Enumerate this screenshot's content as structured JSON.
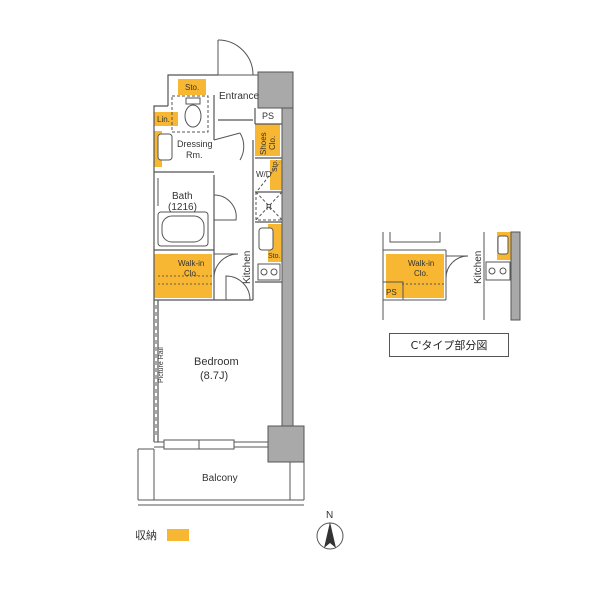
{
  "rooms": {
    "entrance": "Entrance",
    "storage_top": "Sto.",
    "linen": "Lin.",
    "dressing_line1": "Dressing",
    "dressing_line2": "Rm.",
    "ps": "PS",
    "shoes_line1": "Shoes",
    "shoes_line2": "Clo.",
    "storage_wd": "Sto.",
    "washer_dryer": "W/D",
    "refrigerator": "R",
    "bath_line1": "Bath",
    "bath_line2": "(1216)",
    "storage_kitchen": "Sto.",
    "kitchen": "Kitchen",
    "walkin_line1": "Walk-in",
    "walkin_line2": "Clo.",
    "bedroom_line1": "Bedroom",
    "bedroom_line2": "(8.7J)",
    "picture_rail": "Picture Rail",
    "balcony": "Balcony"
  },
  "partial_view": {
    "walkin_line1": "Walk-in",
    "walkin_line2": "Clo.",
    "ps": "PS",
    "kitchen": "Kitchen",
    "caption": "C'タイプ部分図"
  },
  "compass": {
    "north": "N"
  },
  "legend": {
    "label": "収納",
    "color": "#f7b733"
  },
  "colors": {
    "storage": "#f7b733",
    "wall": "#a9a9a9",
    "line": "#555555"
  }
}
